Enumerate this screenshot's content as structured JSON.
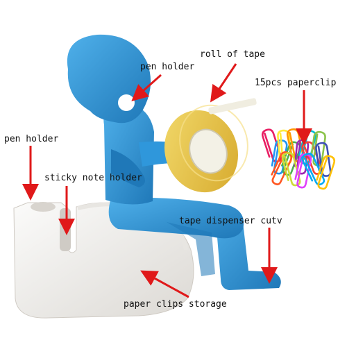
{
  "labels": {
    "roll_of_tape": "roll of tape",
    "pen_holder_head": "pen holder",
    "paperclip_count": "15pcs paperclip",
    "pen_holder_base": "pen holder",
    "sticky_note_holder": "sticky note holder",
    "tape_cutter": "tape dispenser cutv",
    "paper_clips_storage": "paper clips storage"
  },
  "colors": {
    "figure_blue": "#2f97db",
    "figure_shadow": "#1f78b8",
    "base_white": "#f4f4f2",
    "base_shade": "#dedcd8",
    "tape_amber": "#e8c84a",
    "tape_core": "#f3f1e6",
    "arrow_red": "#e0191a"
  },
  "clip_colors": [
    "#e91e63",
    "#2196f3",
    "#ffeb3b",
    "#4caf50",
    "#ff9800",
    "#9c27b0",
    "#00bcd4",
    "#f44336",
    "#8bc34a",
    "#3f51b5",
    "#ff5722",
    "#cddc39",
    "#e040fb",
    "#03a9f4",
    "#ffc107"
  ]
}
